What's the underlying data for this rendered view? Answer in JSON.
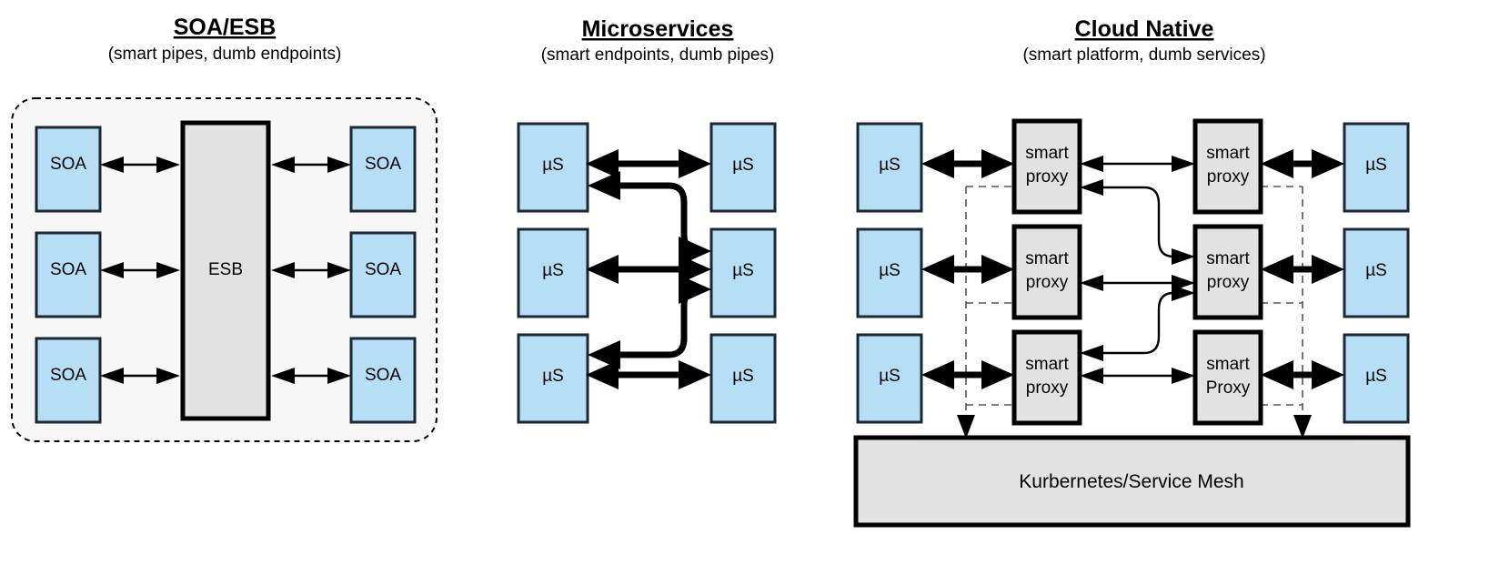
{
  "diagram": {
    "title_note": "Architecture evolution comparison",
    "columns": [
      {
        "id": "soa",
        "title": "SOA/ESB",
        "subtitle": "(smart pipes, dumb endpoints)",
        "hub_label": "ESB",
        "service_label": "SOA",
        "services_left": [
          "SOA",
          "SOA",
          "SOA"
        ],
        "services_right": [
          "SOA",
          "SOA",
          "SOA"
        ]
      },
      {
        "id": "microservices",
        "title": "Microservices",
        "subtitle": "(smart endpoints, dumb pipes)",
        "service_label": "µS",
        "services_left": [
          "µS",
          "µS",
          "µS"
        ],
        "services_right": [
          "µS",
          "µS",
          "µS"
        ]
      },
      {
        "id": "cloud-native",
        "title": "Cloud Native",
        "subtitle": "(smart platform, dumb services)",
        "service_label": "µS",
        "services_left": [
          "µS",
          "µS",
          "µS"
        ],
        "services_right": [
          "µS",
          "µS",
          "µS"
        ],
        "proxies_left": [
          {
            "line1": "smart",
            "line2": "proxy"
          },
          {
            "line1": "smart",
            "line2": "proxy"
          },
          {
            "line1": "smart",
            "line2": "proxy"
          }
        ],
        "proxies_right": [
          {
            "line1": "smart",
            "line2": "proxy"
          },
          {
            "line1": "smart",
            "line2": "proxy"
          },
          {
            "line1": "smart",
            "line2": "Proxy"
          }
        ],
        "platform_label": "Kurbernetes/Service Mesh"
      }
    ],
    "colors": {
      "service_fill": "#b6def5",
      "service_stroke": "#1b2733",
      "grey_fill": "#e2e2e2",
      "grey_stroke": "#000000",
      "panel_fill": "#f7f7f7",
      "dashed_stroke": "#555555",
      "background": "#ffffff",
      "text": "#000000"
    }
  }
}
